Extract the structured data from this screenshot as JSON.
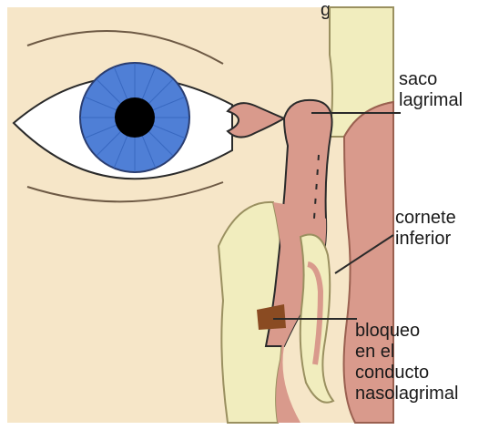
{
  "title_fragment": "g",
  "labels": {
    "saco": [
      "saco",
      "lagrimal"
    ],
    "cornete": [
      "cornete",
      "inferior"
    ],
    "bloqueo": [
      "bloqueo",
      "en el",
      "conducto",
      "nasolagrimal"
    ]
  },
  "colors": {
    "skin": "#f6e6c8",
    "iris": "#4f7fd6",
    "iris_dark": "#2f5fb8",
    "pupil": "#000000",
    "duct": "#d99a8c",
    "bone": "#f1edbe",
    "blockage": "#8a4b22"
  }
}
